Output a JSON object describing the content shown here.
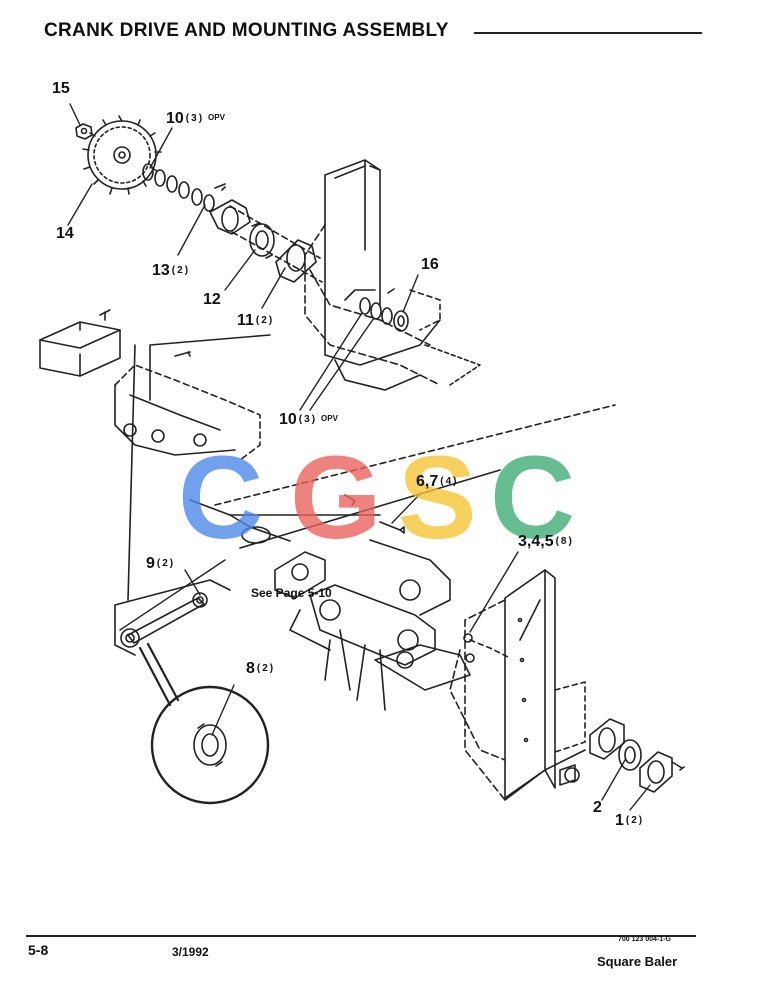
{
  "header": {
    "title": "CRANK DRIVE AND MOUNTING ASSEMBLY"
  },
  "callouts": [
    {
      "number": "15",
      "qty": "",
      "note": ""
    },
    {
      "number": "10",
      "qty": "(3)",
      "note": "OPV"
    },
    {
      "number": "14",
      "qty": "",
      "note": ""
    },
    {
      "number": "13",
      "qty": "(2)",
      "note": ""
    },
    {
      "number": "12",
      "qty": "",
      "note": ""
    },
    {
      "number": "11",
      "qty": "(2)",
      "note": ""
    },
    {
      "number": "16",
      "qty": "",
      "note": ""
    },
    {
      "number": "10",
      "qty": "(3)",
      "note": "OPV"
    },
    {
      "number": "6,7",
      "qty": "(4)",
      "note": ""
    },
    {
      "number": "3,4,5",
      "qty": "(8)",
      "note": ""
    },
    {
      "number": "9",
      "qty": "(2)",
      "note": ""
    },
    {
      "number": "8",
      "qty": "(2)",
      "note": ""
    },
    {
      "number": "2",
      "qty": "",
      "note": ""
    },
    {
      "number": "1",
      "qty": "(2)",
      "note": ""
    }
  ],
  "see_page": "See Page 5-10",
  "watermark": {
    "text": "CGSC",
    "colors": [
      "#4a86e8",
      "#e8605a",
      "#f6c531",
      "#3cab73"
    ]
  },
  "footer": {
    "page": "5-8",
    "date": "3/1992",
    "code": "700 123 004-1-G",
    "product": "Square Baler"
  }
}
